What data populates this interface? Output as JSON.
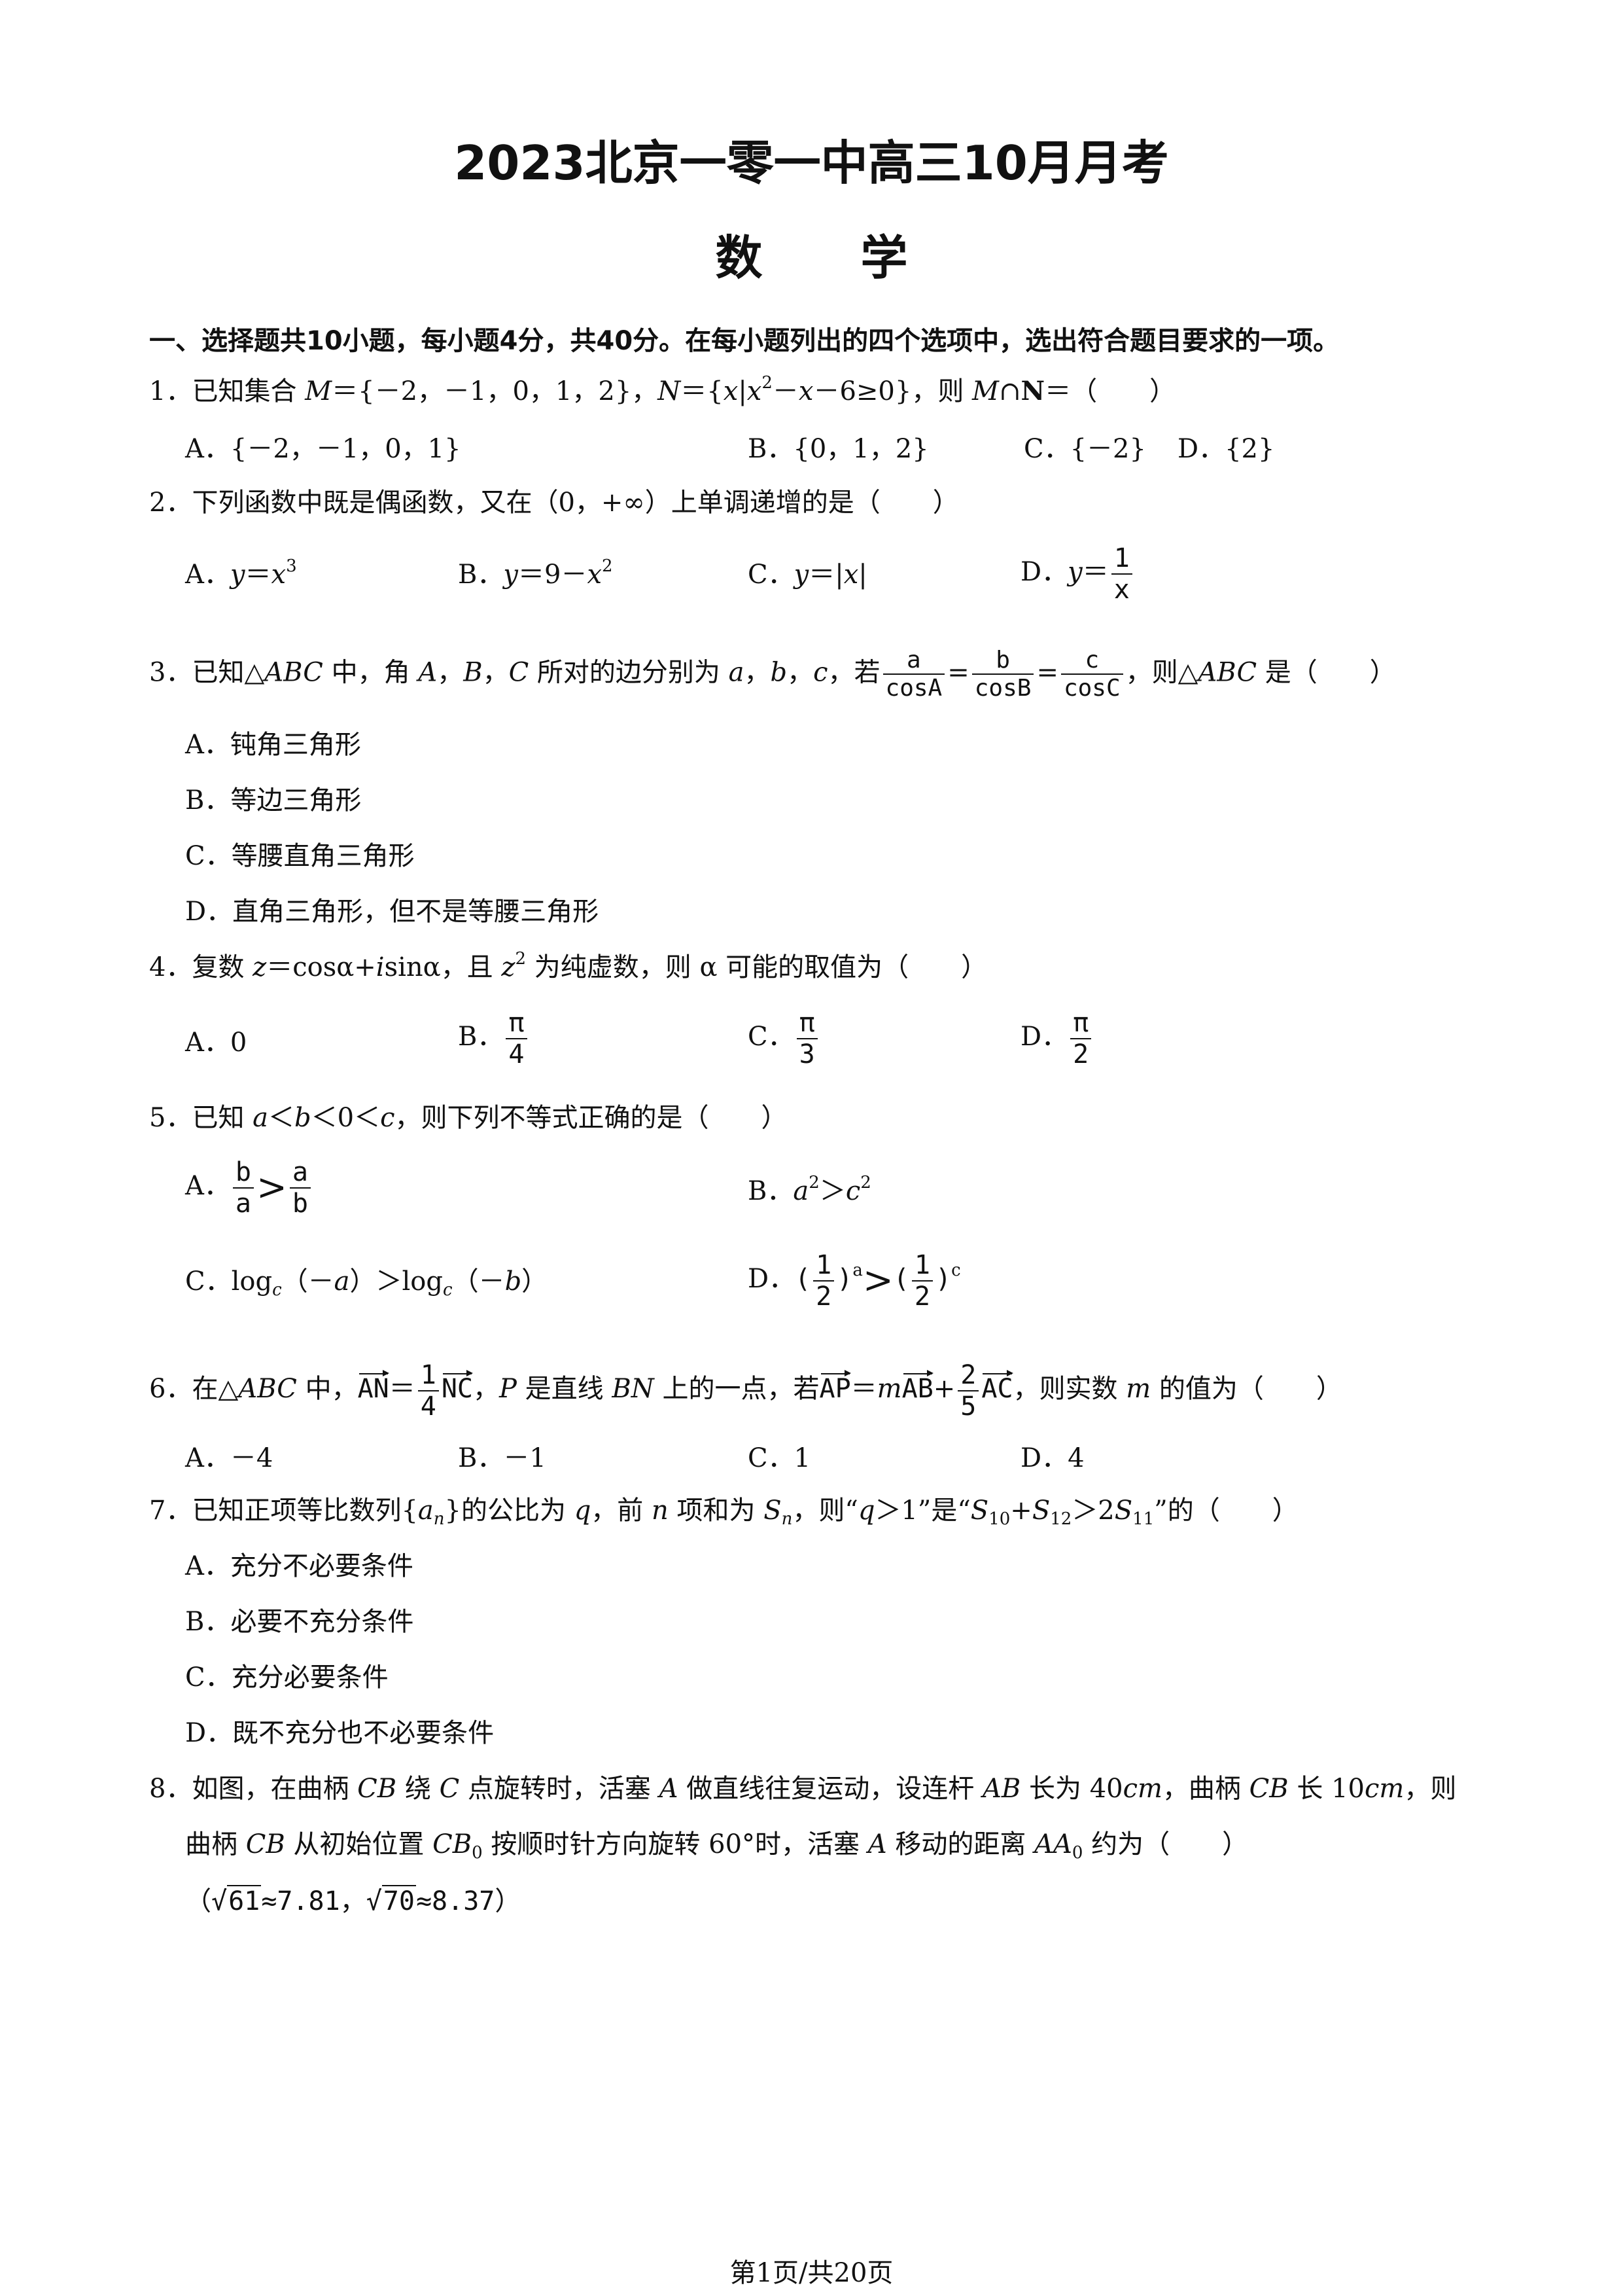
{
  "header": {
    "title": "2023北京一零一中高三10月月考",
    "subtitle": "数学"
  },
  "section_heading": "一、选择题共10小题，每小题4分，共40分。在每小题列出的四个选项中，选出符合题目要求的一项。",
  "questions": [
    {
      "stem": "1．已知集合M＝{－2，－1，0，1，2}，N＝{x|x²－x－6≥0}，则M∩N＝（　　）",
      "options": [
        "A．{－2，－1，0，1}",
        "B．{0，1，2}",
        "C．{－2}",
        "D．{2}"
      ]
    },
    {
      "stem": "2．下列函数中既是偶函数，又在（0，+∞）上单调递增的是（　　）",
      "options": [
        "A．y＝x³",
        "B．y＝9－x²",
        "C．y＝|x|",
        "D．y＝1/x"
      ]
    },
    {
      "stem": "3．已知△ABC中，角A，B，C所对的边分别为a，b，c，若a/cosA=b/cosB=c/cosC，则△ABC是（　　）",
      "options": [
        "A．钝角三角形",
        "B．等边三角形",
        "C．等腰直角三角形",
        "D．直角三角形，但不是等腰三角形"
      ]
    },
    {
      "stem": "4．复数z＝cosα+isinα，且z²为纯虚数，则α可能的取值为（　　）",
      "options": [
        "A．0",
        "B．π/4",
        "C．π/3",
        "D．π/2"
      ]
    },
    {
      "stem": "5．已知a＜b＜0＜c，则下列不等式正确的是（　　）",
      "options": [
        "A．b/a＞a/b",
        "B．a²＞c²",
        "C．logc（－a）＞logc（－b）",
        "D．(1/2)^a＞(1/2)^c"
      ]
    },
    {
      "stem": "6．在△ABC中，AN＝1/4 NC，P是直线BN上的一点，若AP＝m AB+2/5 AC，则实数m的值为（　　）",
      "options": [
        "A．－4",
        "B．－1",
        "C．1",
        "D．4"
      ]
    },
    {
      "stem": "7．已知正项等比数列{an}的公比为q，前n项和为Sn，则“q＞1”是“S10+S12＞2S11”的（　　）",
      "options": [
        "A．充分不必要条件",
        "B．必要不充分条件",
        "C．充分必要条件",
        "D．既不充分也不必要条件"
      ]
    },
    {
      "stem": "8．如图，在曲柄CB绕C点旋转时，活塞A做直线往复运动，设连杆AB长为40cm，曲柄CB长10cm，则曲柄CB从初始位置CB0按顺时针方向旋转60°时，活塞A移动的距离AA0约为（　　）",
      "hint": "（√61≈7.81，√70≈8.37）"
    }
  ],
  "footer": "第1页/共20页"
}
